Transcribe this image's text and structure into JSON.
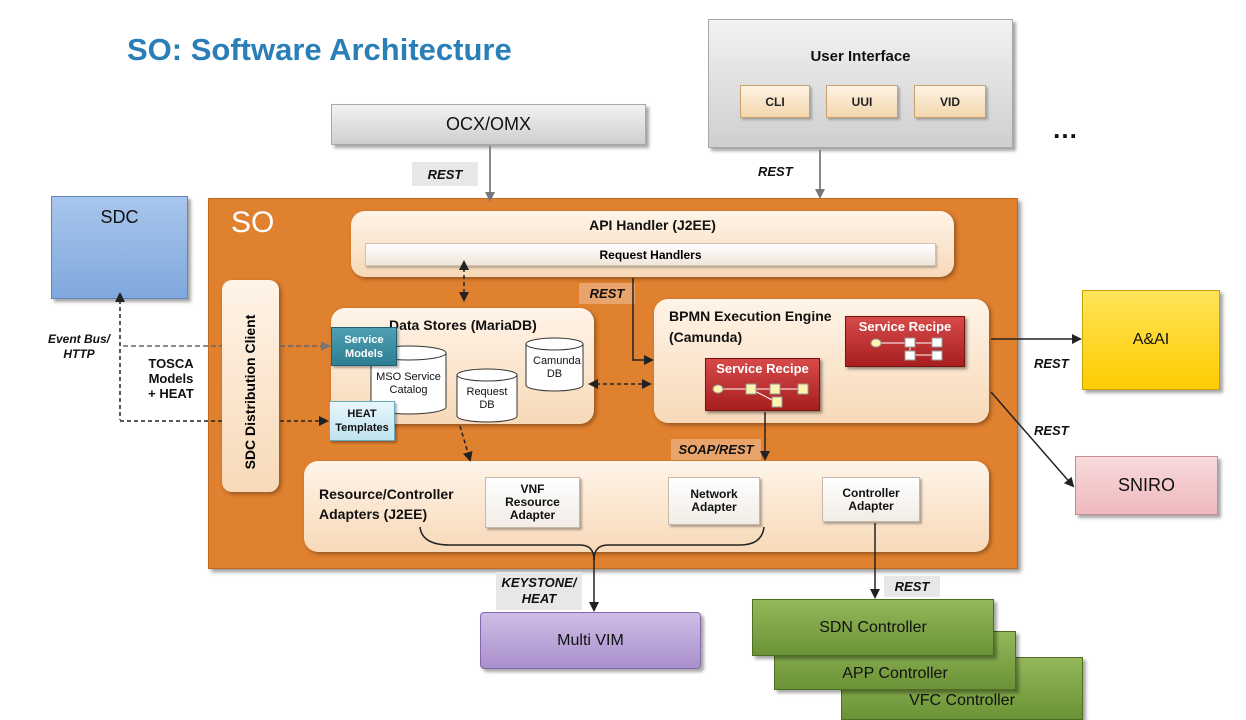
{
  "title": "SO: Software Architecture",
  "nodes": {
    "ocx_omx": "OCX/OMX",
    "user_interface": "User Interface",
    "ui_cli": "CLI",
    "ui_uui": "UUI",
    "ui_vid": "VID",
    "ellipsis": "…",
    "sdc": "SDC",
    "so": "SO",
    "aai": "A&AI",
    "sniro": "SNIRO",
    "multi_vim": "Multi VIM",
    "sdn_controller": "SDN Controller",
    "app_controller": "APP Controller",
    "vfc_controller": "VFC Controller"
  },
  "so_inner": {
    "api_handler": "API Handler (J2EE)",
    "request_handlers": "Request Handlers",
    "sdc_distribution_client": "SDC Distribution Client",
    "data_stores": "Data Stores (MariaDB)",
    "service_models": "Service Models",
    "heat_templates": "HEAT Templates",
    "mso_catalog": "MSO Service Catalog",
    "request_db": "Request DB",
    "camunda_db": "Camunda DB",
    "bpmn_line1": "BPMN Execution Engine",
    "bpmn_line2": "(Camunda)",
    "service_recipe_1": "Service Recipe",
    "service_recipe_2": "Service Recipe",
    "adapters_line1": "Resource/Controller",
    "adapters_line2": "Adapters (J2EE)",
    "vnf_adapter": "VNF Resource Adapter",
    "network_adapter": "Network Adapter",
    "controller_adapter": "Controller Adapter"
  },
  "edge_labels": {
    "rest_ocx": "REST",
    "rest_ui": "REST",
    "rest_internal": "REST",
    "soap_rest": "SOAP/REST",
    "rest_aai": "REST",
    "rest_sniro": "REST",
    "rest_controllers": "REST",
    "keystone_heat_1": "KEYSTONE/",
    "keystone_heat_2": "HEAT",
    "event_bus_1": "Event Bus/",
    "event_bus_2": "HTTP",
    "tosca_1": "TOSCA",
    "tosca_2": "Models",
    "tosca_3": "+ HEAT"
  },
  "colors": {
    "title": "#2a7fb8",
    "so_box": "#e0812f",
    "sdc": "#7fa8dd",
    "aai": "#ffd200",
    "sniro": "#f2c5c8",
    "multi_vim": "#b9a3d6",
    "controllers": "#7fa548",
    "recipe": "#c0302f"
  }
}
